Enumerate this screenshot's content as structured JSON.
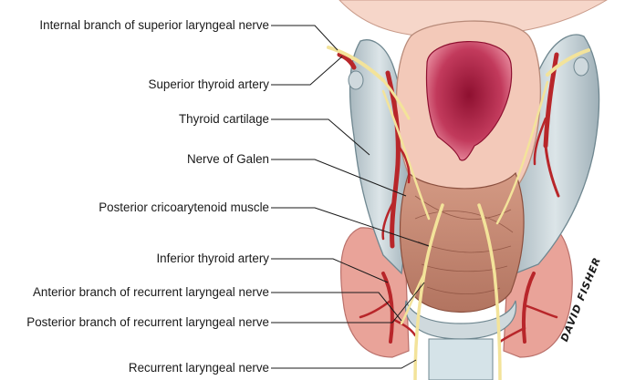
{
  "labels": {
    "internal_branch_sln": "Internal branch of superior laryngeal nerve",
    "superior_thyroid_artery": "Superior thyroid artery",
    "thyroid_cartilage": "Thyroid cartilage",
    "nerve_of_galen": "Nerve of Galen",
    "posterior_cricoarytenoid_muscle": "Posterior cricoarytenoid muscle",
    "inferior_thyroid_artery": "Inferior thyroid artery",
    "anterior_branch_rln": "Anterior branch of recurrent laryngeal nerve",
    "posterior_branch_rln": "Posterior branch of recurrent laryngeal nerve",
    "recurrent_laryngeal_nerve": "Recurrent laryngeal nerve"
  },
  "signature": "DAVID FISHER",
  "colors": {
    "muscle": "#c98872",
    "muscle_dark": "#9a5a48",
    "artery": "#b8262a",
    "nerve": "#f3e39a",
    "cartilage": "#b9c6cc",
    "cartilage_light": "#dce5e8",
    "mucosa": "#f3c9b9",
    "lumen": "#c23a5c",
    "thyroid_gland": "#e9a399",
    "leader_line": "#1a1a1a"
  }
}
